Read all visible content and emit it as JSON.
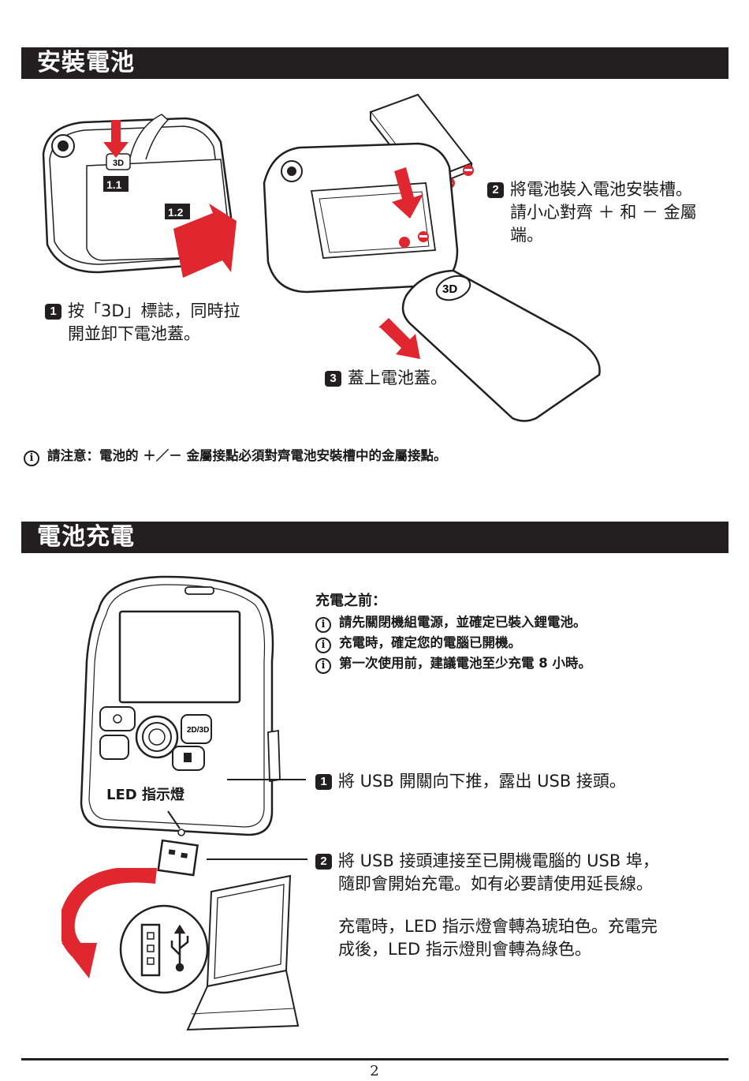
{
  "section1": {
    "title": "安裝電池",
    "label_1_1": "1.1",
    "label_1_2": "1.2",
    "cover_logo": "3D",
    "step1": {
      "num": "1",
      "line1": "按「3D」標誌，同時拉",
      "line2": "開並卸下電池蓋。"
    },
    "step2": {
      "num": "2",
      "line1": "將電池裝入電池安裝槽。",
      "line2": "請小心對齊 ＋ 和 － 金屬",
      "line3": "端。"
    },
    "step3": {
      "num": "3",
      "line1": "蓋上電池蓋。"
    },
    "note": "請注意：電池的 ＋／－ 金屬接點必須對齊電池安裝槽中的金屬接點。"
  },
  "section2": {
    "title": "電池充電",
    "before_heading": "充電之前：",
    "before_items": [
      "請先關閉機組電源，並確定已裝入鋰電池。",
      "充電時，確定您的電腦已開機。",
      "第一次使用前，建議電池至少充電 8 小時。"
    ],
    "led_label": "LED 指示燈",
    "step1": {
      "num": "1",
      "line1": "將 USB 開關向下推，露出 USB 接頭。"
    },
    "step2": {
      "num": "2",
      "line1": "將 USB 接頭連接至已開機電腦的 USB 埠，",
      "line2": "隨即會開始充電。如有必要請使用延長線。",
      "line3": "充電時，LED 指示燈會轉為琥珀色。充電完",
      "line4": "成後，LED 指示燈則會轉為綠色。"
    }
  },
  "page_number": "2",
  "colors": {
    "bar": "#231f20",
    "accent": "#e0262f"
  },
  "icons": [
    "info-icon",
    "usb-icon",
    "plus-terminal-icon",
    "minus-terminal-icon"
  ]
}
